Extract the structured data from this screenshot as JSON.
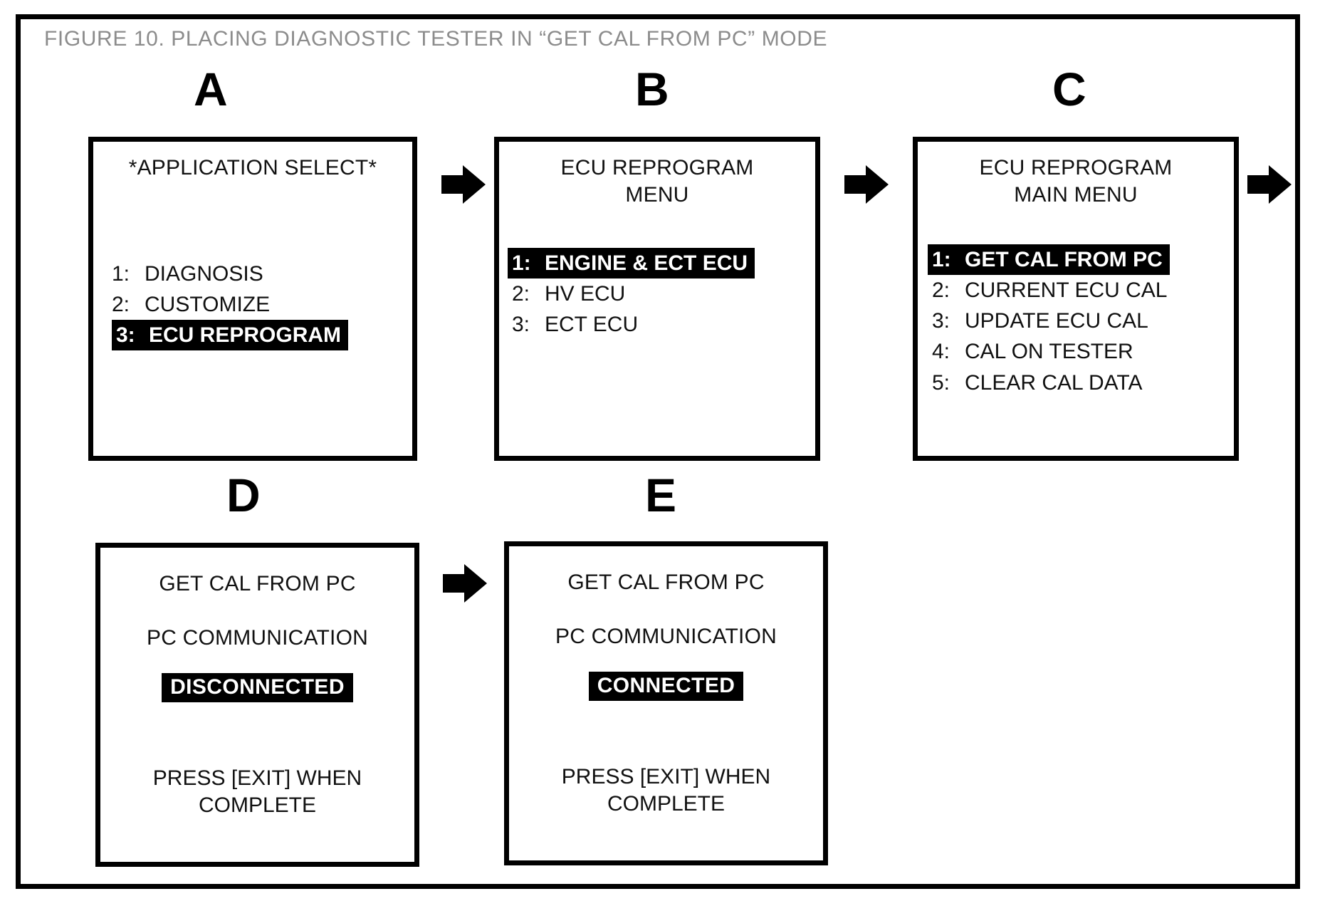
{
  "figure": {
    "caption": "FIGURE 10.  PLACING DIAGNOSTIC TESTER IN “GET CAL FROM PC” MODE",
    "caption_color": "#8c8c8c",
    "frame_color": "#000000"
  },
  "panels": [
    {
      "letter": "A",
      "title": "*APPLICATION SELECT*",
      "items": [
        {
          "num": "1:",
          "label": "DIAGNOSIS",
          "selected": false
        },
        {
          "num": "2:",
          "label": "CUSTOMIZE",
          "selected": false
        },
        {
          "num": "3:",
          "label": "ECU REPROGRAM",
          "selected": true
        }
      ]
    },
    {
      "letter": "B",
      "title": "ECU REPROGRAM\nMENU",
      "items": [
        {
          "num": "1:",
          "label": "ENGINE & ECT ECU",
          "selected": true
        },
        {
          "num": "2:",
          "label": "HV ECU",
          "selected": false
        },
        {
          "num": "3:",
          "label": "ECT ECU",
          "selected": false
        }
      ]
    },
    {
      "letter": "C",
      "title": "ECU REPROGRAM\nMAIN MENU",
      "items": [
        {
          "num": "1:",
          "label": "GET CAL FROM PC",
          "selected": true
        },
        {
          "num": "2:",
          "label": "CURRENT ECU CAL",
          "selected": false
        },
        {
          "num": "3:",
          "label": "UPDATE ECU CAL",
          "selected": false
        },
        {
          "num": "4:",
          "label": "CAL ON TESTER",
          "selected": false
        },
        {
          "num": "5:",
          "label": "CLEAR CAL DATA",
          "selected": false
        }
      ]
    },
    {
      "letter": "D",
      "title": "GET CAL FROM PC",
      "subtitle": "PC COMMUNICATION",
      "status": "DISCONNECTED",
      "footer": "PRESS [EXIT] WHEN\nCOMPLETE"
    },
    {
      "letter": "E",
      "title": "GET CAL FROM PC",
      "subtitle": "PC COMMUNICATION",
      "status": "CONNECTED",
      "footer": "PRESS [EXIT] WHEN\nCOMPLETE"
    }
  ],
  "arrows": [
    {
      "name": "arrow-a-to-b"
    },
    {
      "name": "arrow-b-to-c"
    },
    {
      "name": "arrow-c-to-d"
    },
    {
      "name": "arrow-d-to-e"
    }
  ]
}
